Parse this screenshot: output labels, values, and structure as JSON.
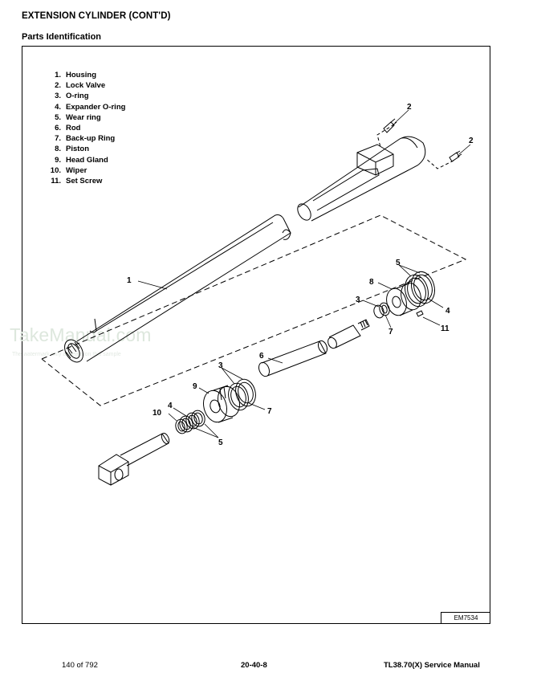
{
  "header": {
    "title": "EXTENSION CYLINDER (CONT'D)",
    "subtitle": "Parts Identification"
  },
  "parts": [
    {
      "num": "1.",
      "name": "Housing"
    },
    {
      "num": "2.",
      "name": "Lock Valve"
    },
    {
      "num": "3.",
      "name": "O-ring"
    },
    {
      "num": "4.",
      "name": "Expander O-ring"
    },
    {
      "num": "5.",
      "name": "Wear ring"
    },
    {
      "num": "6.",
      "name": "Rod"
    },
    {
      "num": "7.",
      "name": "Back-up Ring"
    },
    {
      "num": "8.",
      "name": "Piston"
    },
    {
      "num": "9.",
      "name": "Head Gland"
    },
    {
      "num": "10.",
      "name": "Wiper"
    },
    {
      "num": "11.",
      "name": "Set Screw"
    }
  ],
  "callouts": {
    "c1": "1",
    "c2a": "2",
    "c2b": "2",
    "c3a": "3",
    "c3b": "3",
    "c4a": "4",
    "c4b": "4",
    "c5a": "5",
    "c5b": "5",
    "c6": "6",
    "c7a": "7",
    "c7b": "7",
    "c8": "8",
    "c9": "9",
    "c10": "10",
    "c11": "11"
  },
  "figure_code": "EM7534",
  "watermark": {
    "main": "TakeManual.com",
    "sub": "The watermark only appears on this sample"
  },
  "footer": {
    "page": "140 of 792",
    "section": "20-40-8",
    "manual": "TL38.70(X) Service Manual"
  }
}
